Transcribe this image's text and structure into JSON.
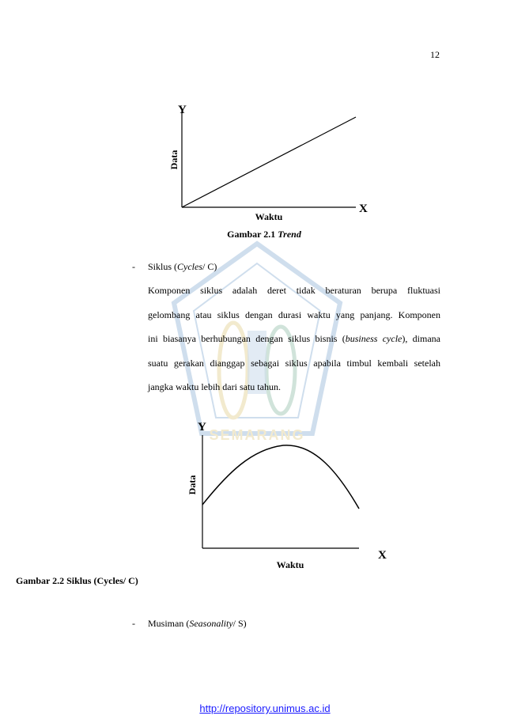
{
  "page_number": "12",
  "figure1": {
    "y_label": "Y",
    "x_label": "X",
    "vertical_label": "Data",
    "horizontal_label": "Waktu",
    "caption_prefix": "Gambar 2.1 ",
    "caption_italic": "Trend"
  },
  "list_item_1": {
    "bullet": "-",
    "label_start": "Siklus (",
    "label_italic": "Cycles",
    "label_end": "/ C)"
  },
  "paragraph": {
    "line1": "Komponen siklus adalah deret tidak beraturan berupa fluktuasi",
    "line2": "gelombang atau siklus dengan durasi waktu yang panjang. Komponen",
    "line3_start": "ini biasanya berhubungan dengan siklus bisnis (",
    "line3_italic": "business cycle",
    "line3_end": "), dimana",
    "line4": "suatu gerakan dianggap sebagai siklus apabila timbul kembali setelah",
    "line5": "jangka waktu lebih dari satu tahun."
  },
  "figure2": {
    "y_label": "Y",
    "x_label": "X",
    "vertical_label": "Data",
    "horizontal_label": "Waktu",
    "caption": "Gambar 2.2 Siklus (Cycles/ C)"
  },
  "list_item_2": {
    "bullet": "-",
    "label_start": "Musiman (",
    "label_italic": "Seasonality",
    "label_end": "/ S)"
  },
  "footer": {
    "url": "http://repository.unimus.ac.id"
  },
  "watermark_text": "SEMARANG"
}
